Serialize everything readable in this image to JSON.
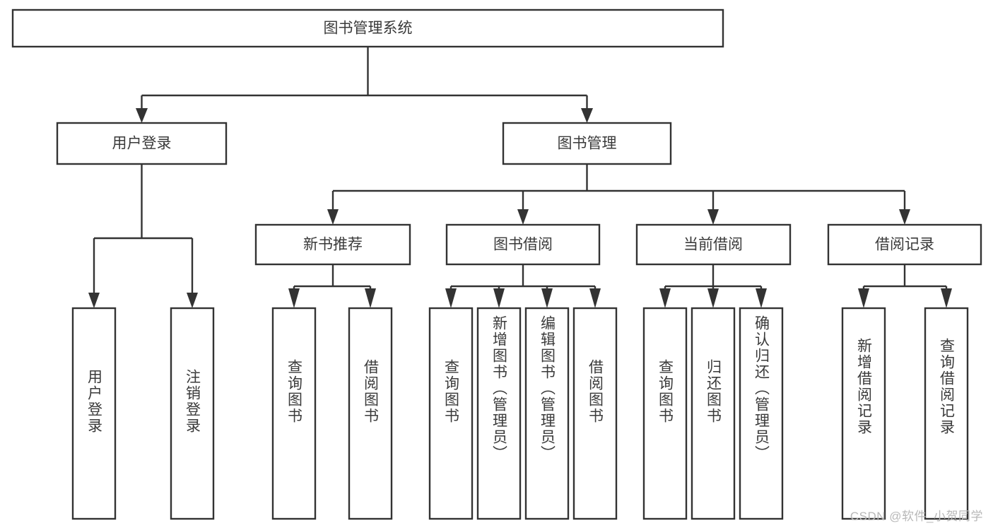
{
  "diagram": {
    "type": "tree",
    "title": "图书管理系统",
    "watermark": "CSDN @软件_小贺同学",
    "colors": {
      "box_stroke": "#333333",
      "box_fill": "#ffffff",
      "text": "#3a3a3a",
      "background": "#ffffff",
      "watermark": "#b8b8b8"
    },
    "levels": {
      "root": {
        "label": "图书管理系统"
      },
      "level2": [
        {
          "label": "用户登录"
        },
        {
          "label": "图书管理"
        }
      ],
      "level3": [
        {
          "label": "新书推荐"
        },
        {
          "label": "图书借阅"
        },
        {
          "label": "当前借阅"
        },
        {
          "label": "借阅记录"
        }
      ],
      "leaves": [
        {
          "label": "用户登录",
          "parent": "用户登录"
        },
        {
          "label": "注销登录",
          "parent": "用户登录"
        },
        {
          "label": "查询图书",
          "parent": "新书推荐"
        },
        {
          "label": "借阅图书",
          "parent": "新书推荐"
        },
        {
          "label": "查询图书",
          "parent": "图书借阅"
        },
        {
          "label": "新增图书（管理员）",
          "parent": "图书借阅"
        },
        {
          "label": "编辑图书（管理员）",
          "parent": "图书借阅"
        },
        {
          "label": "借阅图书",
          "parent": "图书借阅"
        },
        {
          "label": "查询图书",
          "parent": "当前借阅"
        },
        {
          "label": "归还图书",
          "parent": "当前借阅"
        },
        {
          "label": "确认归还（管理员）",
          "parent": "当前借阅"
        },
        {
          "label": "新增借阅记录",
          "parent": "借阅记录"
        },
        {
          "label": "查询借阅记录",
          "parent": "借阅记录"
        }
      ]
    }
  }
}
